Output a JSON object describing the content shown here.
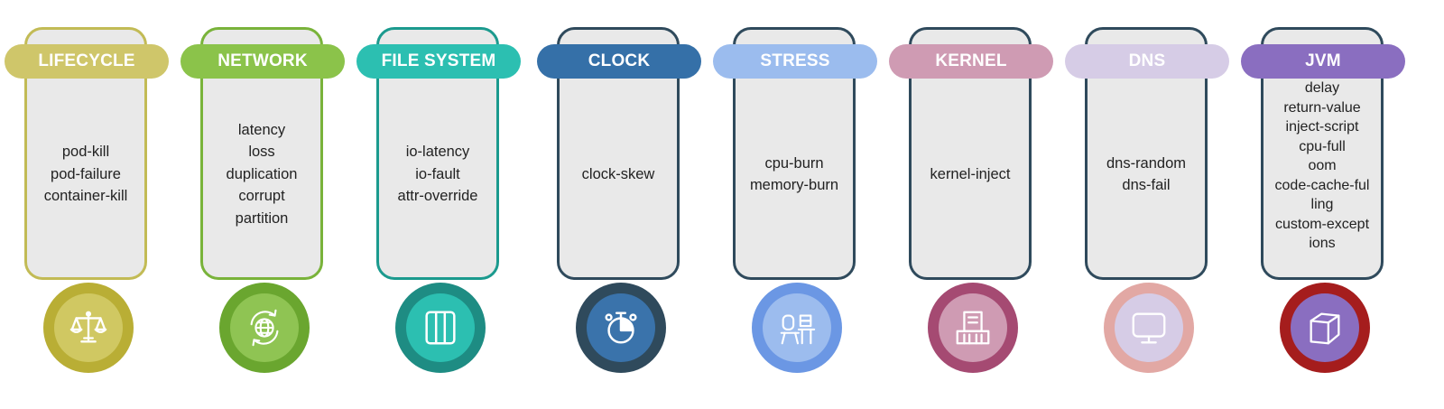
{
  "categories": [
    {
      "title": "LIFECYCLE",
      "items": [
        "pod-kill",
        "pod-failure",
        "container-kill"
      ],
      "icon": "scales-icon",
      "pill": "#cfc66a",
      "border": "#c2bb55",
      "ring": "#b9ae35",
      "inner": "#d0c862"
    },
    {
      "title": "NETWORK",
      "items": [
        "latency",
        "loss",
        "duplication",
        "corrupt",
        "partition"
      ],
      "icon": "globe-sync-icon",
      "pill": "#8bc34a",
      "border": "#79b33a",
      "ring": "#6aa62f",
      "inner": "#8fc453"
    },
    {
      "title": "FILE SYSTEM",
      "items": [
        "io-latency",
        "io-fault",
        "attr-override"
      ],
      "icon": "file-cabinet-icon",
      "pill": "#2cbfb1",
      "border": "#1b9a8e",
      "ring": "#1e8c83",
      "inner": "#2cbfb1"
    },
    {
      "title": "CLOCK",
      "items": [
        "clock-skew"
      ],
      "icon": "stopwatch-icon",
      "pill": "#3570a8",
      "border": "#2f4a5c",
      "ring": "#2f4a5c",
      "inner": "#3a73ab"
    },
    {
      "title": "STRESS",
      "items": [
        "cpu-burn",
        "memory-burn"
      ],
      "icon": "desk-worker-icon",
      "pill": "#9bbcee",
      "border": "#2f4a5c",
      "ring": "#6b97e4",
      "inner": "#9cbcee"
    },
    {
      "title": "KERNEL",
      "items": [
        "kernel-inject"
      ],
      "icon": "building-icon",
      "pill": "#cf9bb3",
      "border": "#2f4a5c",
      "ring": "#a54a72",
      "inner": "#cf9bb3"
    },
    {
      "title": "DNS",
      "items": [
        "dns-random",
        "dns-fail"
      ],
      "icon": "monitor-icon",
      "pill": "#d6cce6",
      "border": "#2f4a5c",
      "ring": "#e2a8a4",
      "inner": "#d6cce6"
    },
    {
      "title": "JVM",
      "items": [
        "delay",
        "return-value",
        "inject-script",
        "cpu-full",
        "oom",
        "code-cache-ful",
        "ling",
        "custom-except",
        "ions"
      ],
      "icon": "cube-icon",
      "pill": "#8a6ec0",
      "border": "#2f4a5c",
      "ring": "#a51d1d",
      "inner": "#8a6ec0"
    }
  ]
}
